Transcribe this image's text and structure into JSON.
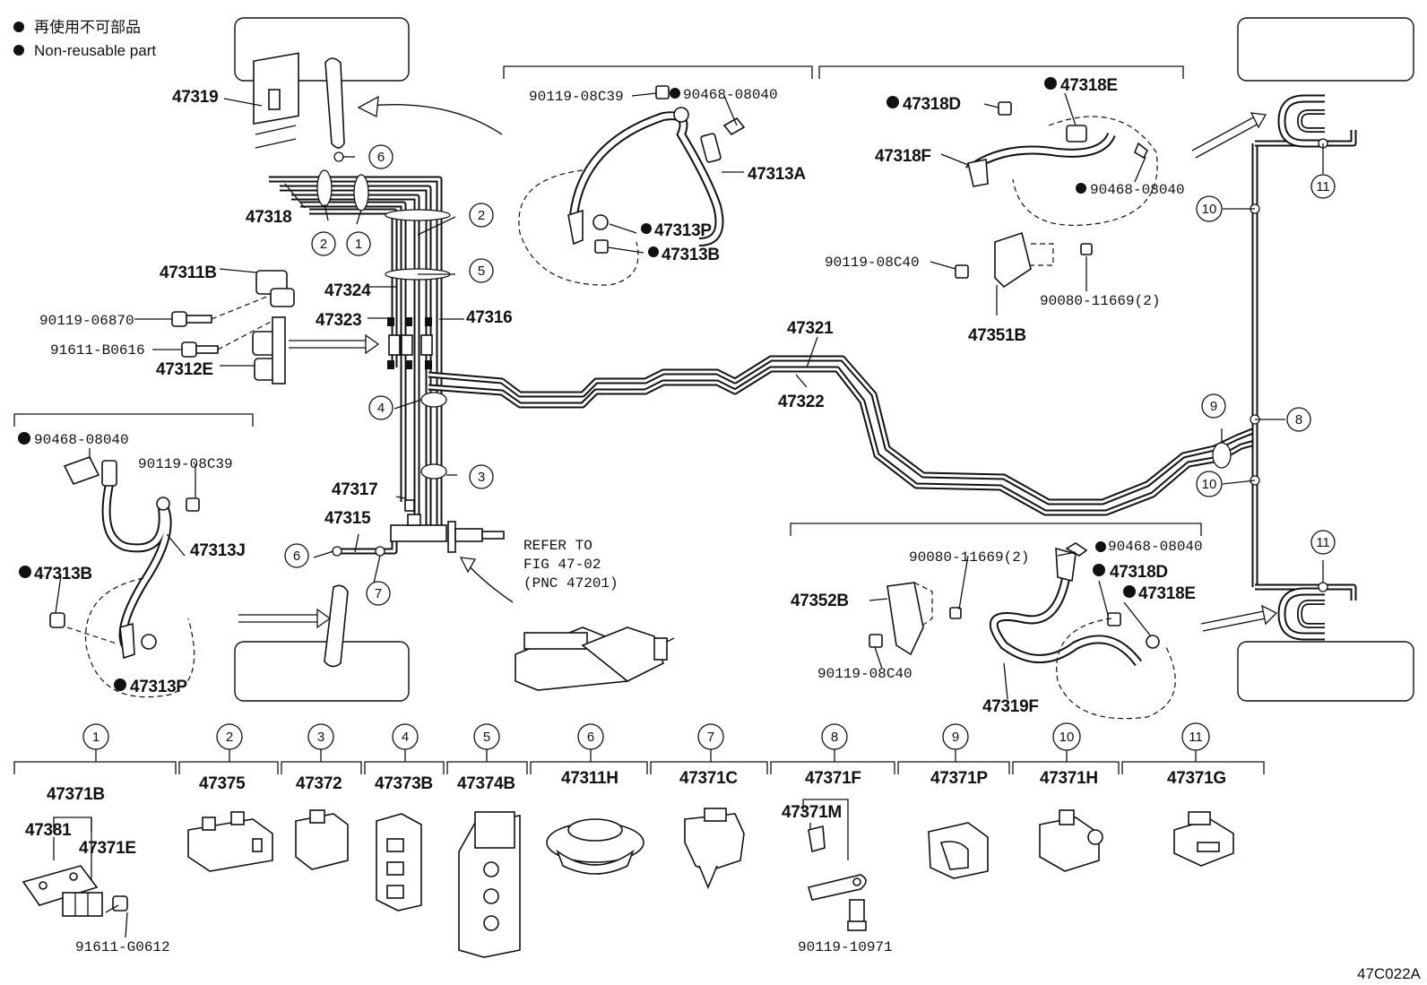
{
  "legend": {
    "jp": "再使用不可部品",
    "en": "Non-reusable part"
  },
  "figure_code": "47C022A",
  "refer_note": [
    "REFER TO",
    "FIG 47-02",
    "(PNC 47201)"
  ],
  "labels": {
    "p47319": "47319",
    "p47318": "47318",
    "p47311B": "47311B",
    "p90119_06870": "90119-06870",
    "p91611_B0616": "91611-B0616",
    "p47312E": "47312E",
    "p47324": "47324",
    "p47323": "47323",
    "p47316": "47316",
    "p90119_08C39_top": "90119-08C39",
    "p90468_08040_top": "90468-08040",
    "p47313A": "47313A",
    "p47313P_top": "47313P",
    "p47313B_top": "47313B",
    "p47318D_top": "47318D",
    "p47318E_top": "47318E",
    "p47318F": "47318F",
    "p90468_08040_tr": "90468-08040",
    "p90119_08C40_tr": "90119-08C40",
    "p90080_11669_tr": "90080-11669(2)",
    "p47351B": "47351B",
    "p47321": "47321",
    "p47322": "47322",
    "p90468_08040_left": "90468-08040",
    "p90119_08C39_left": "90119-08C39",
    "p47313J": "47313J",
    "p47313B_left": "47313B",
    "p47313P_left": "47313P",
    "p47317": "47317",
    "p47315": "47315",
    "p90080_11669_br": "90080-11669(2)",
    "p90468_08040_br": "90468-08040",
    "p47352B": "47352B",
    "p47318D_br": "47318D",
    "p47318E_br": "47318E",
    "p90119_08C40_br": "90119-08C40",
    "p47319F": "47319F"
  },
  "callouts": {
    "c1": "1",
    "c2": "2",
    "c3": "3",
    "c4": "4",
    "c5": "5",
    "c6": "6",
    "c7": "7",
    "c8": "8",
    "c9": "9",
    "c10": "10",
    "c11": "11"
  },
  "clip_table": {
    "headers": [
      "1",
      "2",
      "3",
      "4",
      "5",
      "6",
      "7",
      "8",
      "9",
      "10",
      "11"
    ],
    "parts": [
      "47371B",
      "47375",
      "47372",
      "47373B",
      "47374B",
      "47311H",
      "47371C",
      "47371F",
      "47371P",
      "47371H",
      "47371G"
    ],
    "extra": {
      "p47381": "47381",
      "p47371E": "47371E",
      "p91611_G0612": "91611-G0612",
      "p47371M": "47371M",
      "p90119_10971": "90119-10971"
    }
  }
}
